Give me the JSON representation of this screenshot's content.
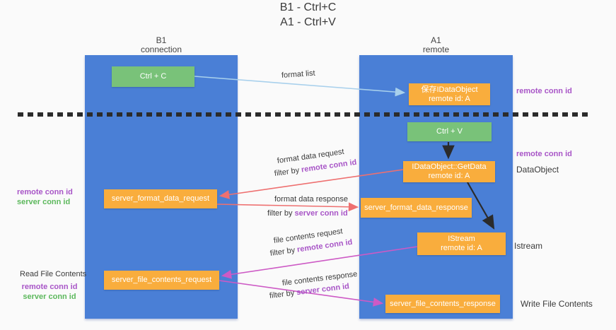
{
  "title": {
    "line1": "B1 - Ctrl+C",
    "line2": "A1 - Ctrl+V"
  },
  "lanes": {
    "left": {
      "name": "B1",
      "subtitle": "connection"
    },
    "right": {
      "name": "A1",
      "subtitle": "remote"
    }
  },
  "nodes": {
    "ctrl_c": {
      "label": "Ctrl + C"
    },
    "save_dataobject": {
      "line1": "保存IDataObject",
      "line2": "remote id: A"
    },
    "ctrl_v": {
      "label": "Ctrl + V"
    },
    "getdata": {
      "line1": "IDataObject::GetData",
      "line2": "remote id: A"
    },
    "format_request": {
      "label": "server_format_data_request"
    },
    "format_response": {
      "label": "server_format_data_response"
    },
    "istream": {
      "line1": "IStream",
      "line2": "remote id: A"
    },
    "file_request": {
      "label": "server_file_contents_request"
    },
    "file_response": {
      "label": "server_file_contents_response"
    }
  },
  "edges": {
    "format_list": {
      "label": "format list"
    },
    "format_data_request": {
      "label": "format data request",
      "filter_prefix": "filter by ",
      "filter_key": "remote conn id"
    },
    "format_data_response": {
      "label": "format data response",
      "filter_prefix": "filter by ",
      "filter_key": "server conn id"
    },
    "file_contents_request": {
      "label": "file contents request",
      "filter_prefix": "filter by ",
      "filter_key": "remote conn id"
    },
    "file_contents_response": {
      "label": "file contents response",
      "filter_prefix": "filter by ",
      "filter_key": "server conn id"
    }
  },
  "annotations": {
    "right_remote_conn_id_top": "remote conn id",
    "right_remote_conn_id_mid": "remote conn id",
    "dataobject": "DataObject",
    "istream": "Istream",
    "write_file_contents": "Write File Contents",
    "left_remote_conn_id_mid": "remote conn id",
    "left_server_conn_id_mid": "server conn id",
    "read_file_contents": "Read File Contents",
    "left_remote_conn_id_bottom": "remote conn id",
    "left_server_conn_id_bottom": "server conn id"
  },
  "colors": {
    "lane_blue": "#4a7fd6",
    "node_orange": "#f9ad3d",
    "node_green": "#79c279",
    "purple_text": "#a855c7",
    "green_text": "#5cb85c",
    "arrow_salmon": "#ee7070",
    "arrow_magenta": "#cd5ac5",
    "arrow_lightblue": "#a8d0ec",
    "arrow_black": "#2b2b2b"
  }
}
